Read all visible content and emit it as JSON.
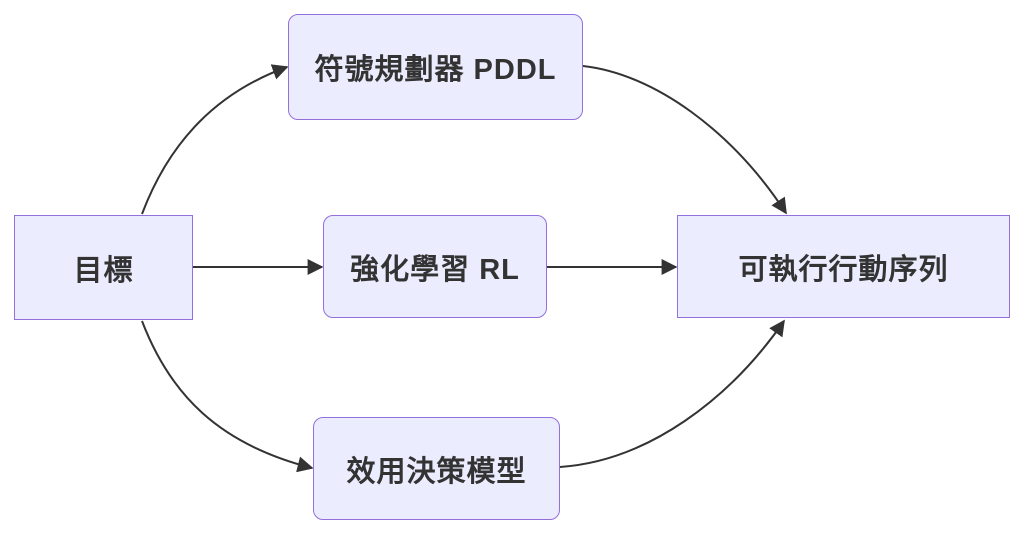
{
  "diagram": {
    "type": "flowchart",
    "direction": "left-to-right",
    "nodes": [
      {
        "id": "goal",
        "label": "目標",
        "shape": "rect"
      },
      {
        "id": "pddl",
        "label": "符號規劃器 PDDL",
        "shape": "rounded"
      },
      {
        "id": "rl",
        "label": "強化學習 RL",
        "shape": "rounded"
      },
      {
        "id": "utility",
        "label": "效用決策模型",
        "shape": "rounded"
      },
      {
        "id": "output",
        "label": "可執行行動序列",
        "shape": "rect"
      }
    ],
    "edges": [
      {
        "from": "goal",
        "to": "pddl"
      },
      {
        "from": "goal",
        "to": "rl"
      },
      {
        "from": "goal",
        "to": "utility"
      },
      {
        "from": "pddl",
        "to": "output"
      },
      {
        "from": "rl",
        "to": "output"
      },
      {
        "from": "utility",
        "to": "output"
      }
    ],
    "colors": {
      "node_fill": "#ECECFF",
      "node_border": "#9370DB",
      "edge": "#333333",
      "text": "#333333",
      "background": "#FFFFFF"
    }
  }
}
